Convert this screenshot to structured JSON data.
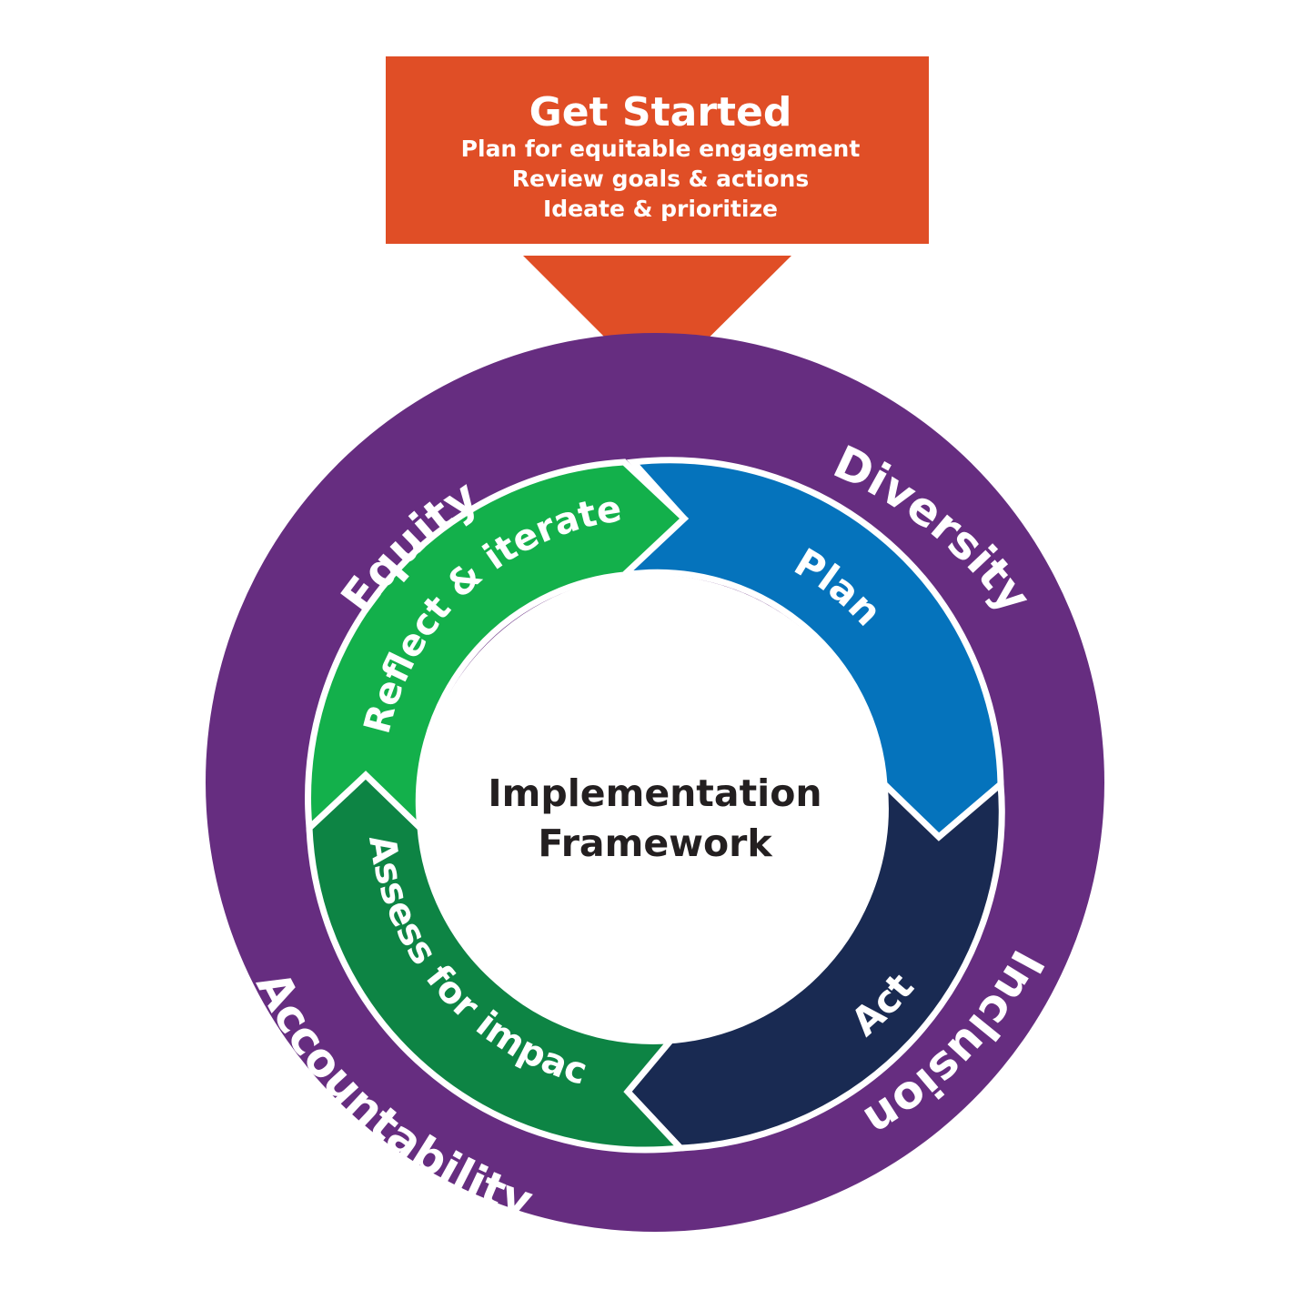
{
  "get_started": {
    "title": "Get Started",
    "lines": [
      "Plan for equitable engagement",
      "Review goals & actions",
      "Ideate & prioritize"
    ]
  },
  "outer_ring": {
    "labels": {
      "equity": "Equity",
      "diversity": "Diversity",
      "inclusion": "Inclusion",
      "accountability": "Accountability"
    }
  },
  "cycle": {
    "plan": "Plan",
    "act": "Act",
    "assess": "Assess for impact",
    "reflect": "Reflect & iterate"
  },
  "center": {
    "line1": "Implementation",
    "line2": "Framework"
  },
  "colors": {
    "orange": "#E04E26",
    "purple": "#662D80",
    "blue": "#0573BC",
    "navy": "#192A52",
    "dark_green": "#0D8444",
    "light_green": "#13B04B",
    "white": "#FFFFFF",
    "dark_text": "#231F20"
  }
}
